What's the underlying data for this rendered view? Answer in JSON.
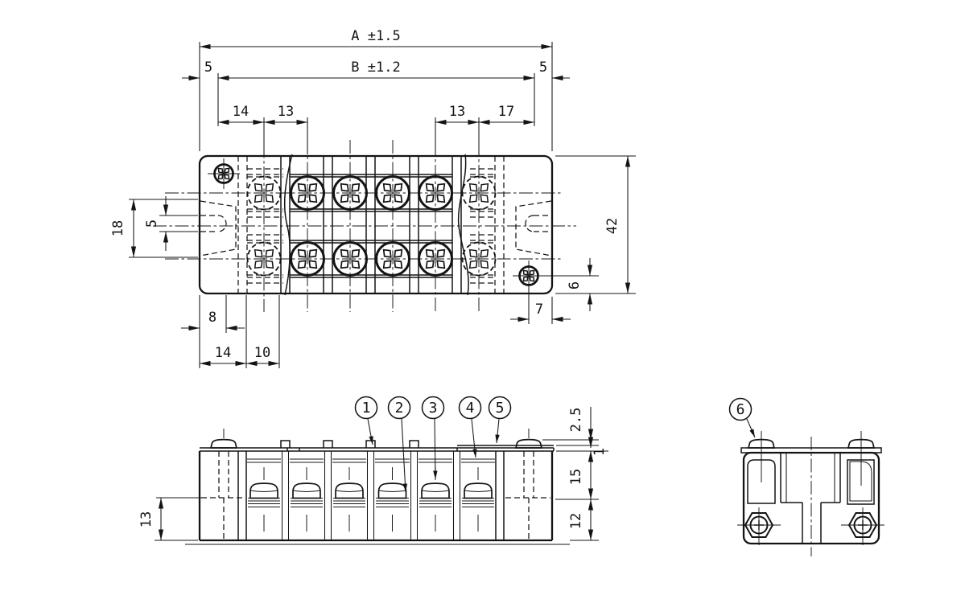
{
  "colors": {
    "ink": "#141414",
    "background": "#ffffff"
  },
  "top_view": {
    "dim_overall_width": "A ±1.5",
    "dim_mount_span": "B ±1.2",
    "dim_end_margin_left": "5",
    "dim_end_margin_right": "5",
    "dim_first_pitch": "14",
    "dim_pitch_left": "13",
    "dim_pitch_right": "13",
    "dim_last_pitch": "17",
    "dim_slot_span": "18",
    "dim_slot_width": "5",
    "dim_body_height": "42",
    "dim_mount_screw_bottom": "6",
    "dim_mount_screw_right": "7",
    "dim_mount_hole_left": "8",
    "dim_base_left_a": "14",
    "dim_base_left_b": "10"
  },
  "front_view": {
    "dim_hidden_step": "13",
    "dim_screw_protrusion": "2.5",
    "dim_plate_thickness": "1",
    "dim_upper_height": "15",
    "dim_lower_height": "12"
  },
  "balloons": {
    "b1": "1",
    "b2": "2",
    "b3": "3",
    "b4": "4",
    "b5": "5",
    "b6": "6"
  }
}
